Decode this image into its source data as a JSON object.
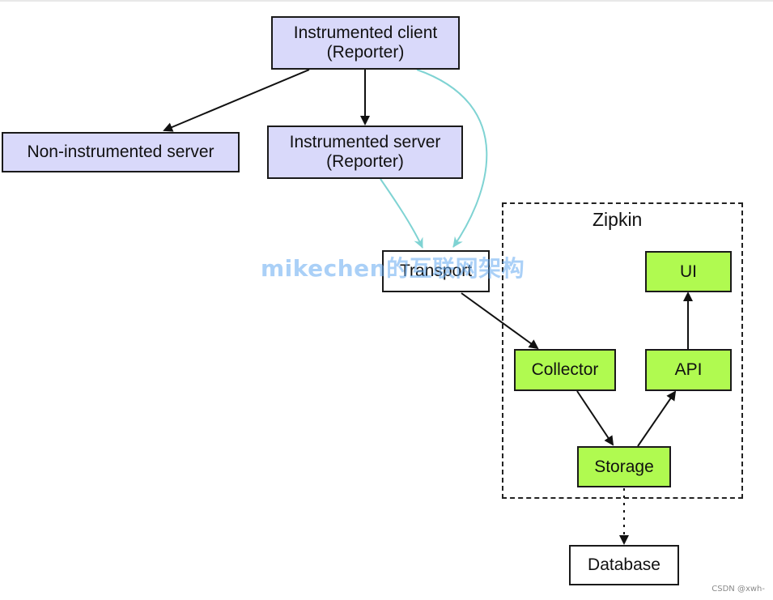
{
  "diagram": {
    "nodes": {
      "instrumented_client": "Instrumented client\n(Reporter)",
      "non_instrumented_server": "Non-instrumented server",
      "instrumented_server": "Instrumented server\n(Reporter)",
      "transport": "Transport",
      "collector": "Collector",
      "api": "API",
      "ui": "UI",
      "storage": "Storage",
      "database": "Database"
    },
    "group_label": "Zipkin",
    "edges": [
      {
        "from": "Instrumented client",
        "to": "Non-instrumented server",
        "style": "solid"
      },
      {
        "from": "Instrumented client",
        "to": "Instrumented server",
        "style": "solid"
      },
      {
        "from": "Instrumented client",
        "to": "Transport",
        "style": "report"
      },
      {
        "from": "Instrumented server",
        "to": "Transport",
        "style": "report"
      },
      {
        "from": "Transport",
        "to": "Collector",
        "style": "solid"
      },
      {
        "from": "Collector",
        "to": "Storage",
        "style": "solid"
      },
      {
        "from": "Storage",
        "to": "API",
        "style": "solid"
      },
      {
        "from": "API",
        "to": "UI",
        "style": "solid"
      },
      {
        "from": "Storage",
        "to": "Database",
        "style": "dotted"
      }
    ]
  },
  "watermark": "mikechen的互联网架构",
  "credit": "CSDN @xwh-",
  "colors": {
    "reporter_fill": "#d9d9fa",
    "zipkin_fill": "#b0fa50",
    "report_arrow": "#7fd3d3",
    "edge": "#111111"
  }
}
